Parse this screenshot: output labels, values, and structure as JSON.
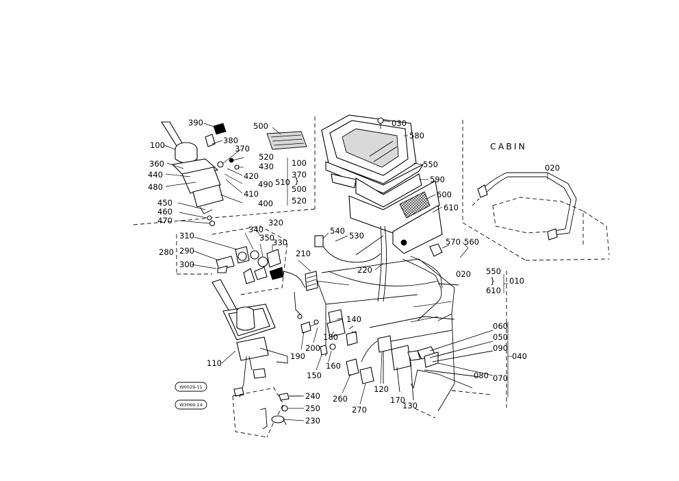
{
  "diagram": {
    "section_title": "CABIN",
    "stamps": [
      "W0029-11",
      "W3069-14"
    ],
    "callouts": {
      "p390": "390",
      "p100": "100",
      "p380": "380",
      "p370": "370",
      "p360": "360",
      "p440": "440",
      "p480": "480",
      "p520": "520",
      "p430": "430",
      "p420": "420",
      "p490": "490",
      "p410": "410",
      "p400": "400",
      "p450": "450",
      "p460": "460",
      "p470": "470",
      "p500": "500",
      "group510_label": "510",
      "group510_items": [
        "100",
        "370",
        "500",
        "520"
      ],
      "group510_sep": "}",
      "p030": "030",
      "p580": "580",
      "p550": "550",
      "p590": "590",
      "p600": "600",
      "p610": "610",
      "p540": "540",
      "p530": "530",
      "p570": "570",
      "p560": "560",
      "p020_cabin": "020",
      "p020_frame": "020",
      "group010_label": "010",
      "group010_items": [
        "550",
        "610"
      ],
      "group010_sep": "}",
      "p310": "310",
      "p320": "320",
      "p340": "340",
      "p350": "350",
      "p330": "330",
      "p290": "290",
      "p280": "280",
      "p300": "300",
      "p210": "210",
      "p220": "220",
      "p110": "110",
      "p140": "140",
      "p180": "180",
      "p190": "190",
      "p200": "200",
      "p160": "160",
      "p150": "150",
      "p260": "260",
      "p270": "270",
      "p120": "120",
      "p170": "170",
      "p130": "130",
      "p060": "060",
      "p050": "050",
      "p090": "090",
      "p040": "040",
      "p080": "080",
      "p070": "070",
      "p240": "240",
      "p250": "250",
      "p230": "230"
    }
  }
}
